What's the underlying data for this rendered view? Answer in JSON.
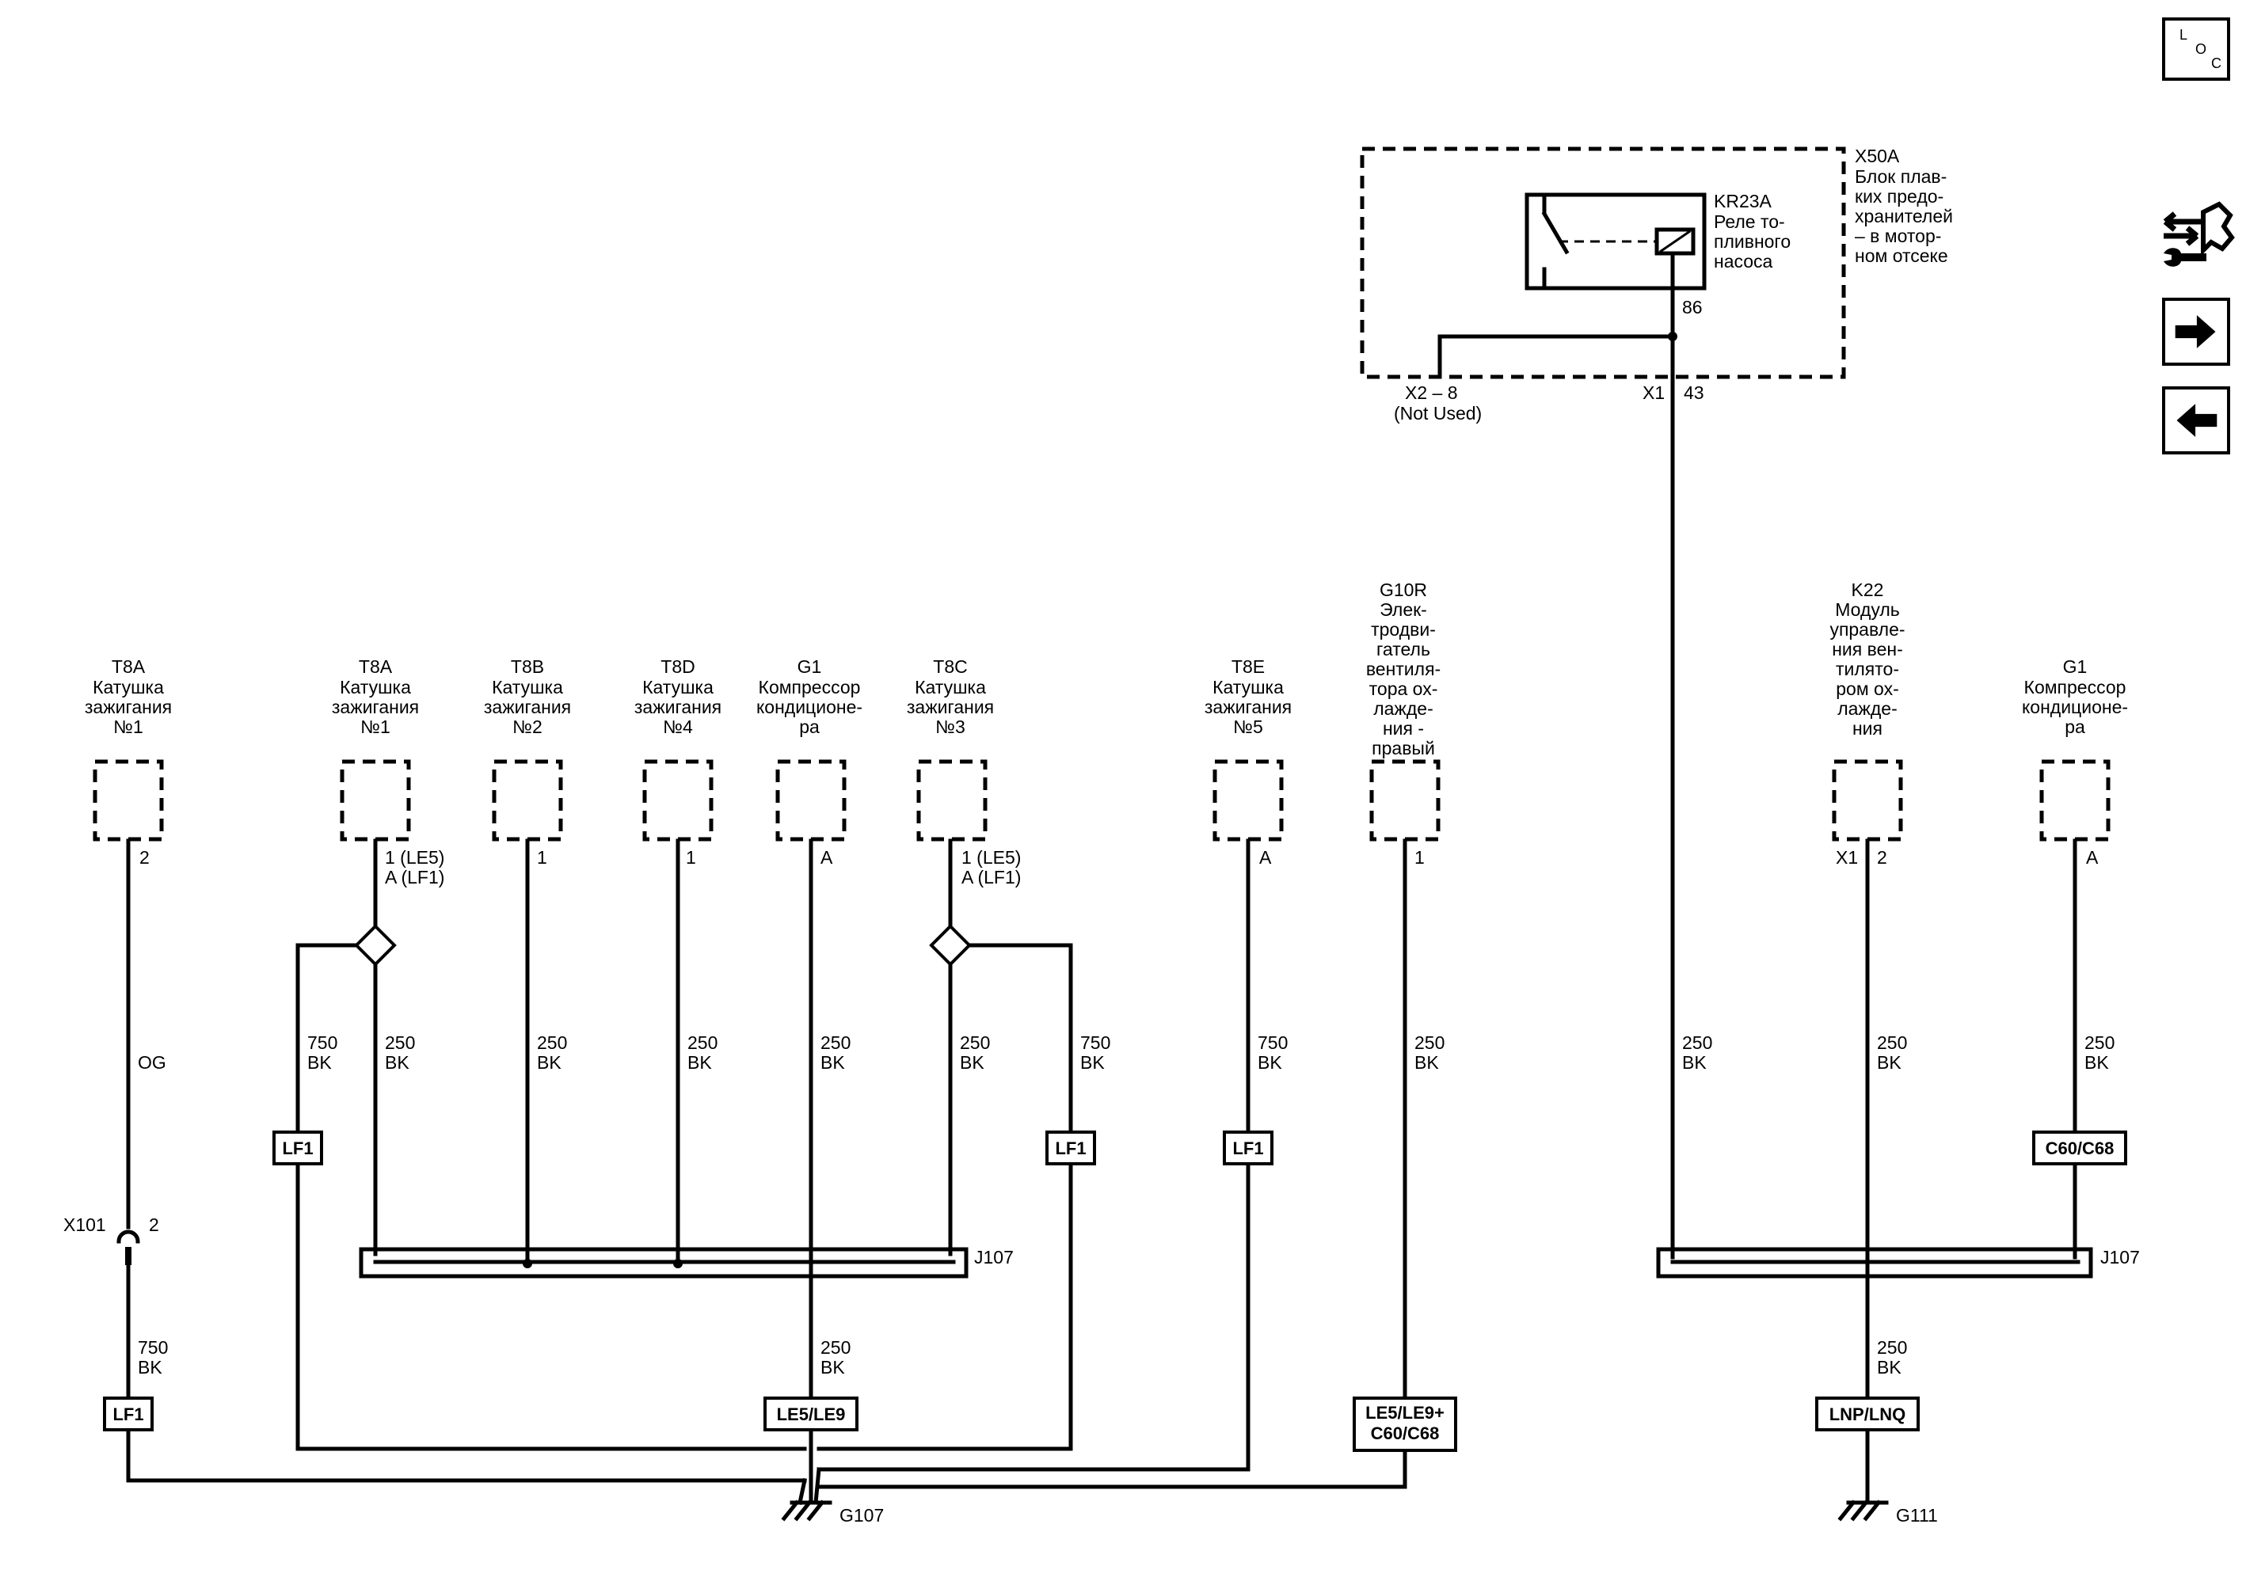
{
  "nav": {
    "loc": {
      "l": "L",
      "o": "O",
      "c": "C"
    },
    "service_icon": "tools-icon",
    "next_icon": "arrow-right-icon",
    "prev_icon": "arrow-left-icon"
  },
  "fuse_block": {
    "id": "X50A",
    "desc": [
      "Блок плав-",
      "ких предо-",
      "хранителей",
      "– в мотор-",
      "ном отсеке"
    ],
    "relay_id": "KR23A",
    "relay_desc": [
      "Реле то-",
      "пливного",
      "насоса"
    ],
    "relay_pin": "86",
    "conn_left": "X2 – 8",
    "conn_left_note": "(Not Used)",
    "conn_right": "X1",
    "conn_right_pin": "43"
  },
  "components": [
    {
      "id": "T8A",
      "desc": [
        "Катушка",
        "зажигания",
        "№1"
      ],
      "pin": [
        "2"
      ]
    },
    {
      "id": "T8A",
      "desc": [
        "Катушка",
        "зажигания",
        "№1"
      ],
      "pin": [
        "1 (LE5)",
        "A (LF1)"
      ]
    },
    {
      "id": "T8B",
      "desc": [
        "Катушка",
        "зажигания",
        "№2"
      ],
      "pin": [
        "1"
      ]
    },
    {
      "id": "T8D",
      "desc": [
        "Катушка",
        "зажигания",
        "№4"
      ],
      "pin": [
        "1"
      ]
    },
    {
      "id": "G1",
      "desc": [
        "Компрессор",
        "кондиционе-",
        "ра"
      ],
      "pin": [
        "A"
      ]
    },
    {
      "id": "T8C",
      "desc": [
        "Катушка",
        "зажигания",
        "№3"
      ],
      "pin": [
        "1 (LE5)",
        "A (LF1)"
      ]
    },
    {
      "id": "T8E",
      "desc": [
        "Катушка",
        "зажигания",
        "№5"
      ],
      "pin": [
        "A"
      ]
    },
    {
      "id": "G10R",
      "desc": [
        "Элек-",
        "тродви-",
        "гатель",
        "вентиля-",
        "тора ох-",
        "лажде-",
        "ния -",
        "правый"
      ],
      "pin": [
        "1"
      ]
    },
    {
      "id": "K22",
      "desc": [
        "Модуль",
        "управле-",
        "ния вен-",
        "тилято-",
        "ром ох-",
        "лажде-",
        "ния"
      ],
      "pin": [
        "X1",
        "2"
      ]
    },
    {
      "id": "G1",
      "desc": [
        "Компрессор",
        "кондиционе-",
        "ра"
      ],
      "pin": [
        "A"
      ]
    }
  ],
  "wires": {
    "og": [
      "OG"
    ],
    "w750": [
      "750",
      "BK"
    ],
    "w250": [
      "250",
      "BK"
    ]
  },
  "options": {
    "lf1": "LF1",
    "le5le9": "LE5/LE9",
    "le5le9c60": [
      "LE5/LE9+",
      "C60/C68"
    ],
    "c60c68": "C60/C68",
    "lnplnq": "LNP/LNQ"
  },
  "connectors": {
    "x101": "X101",
    "x101_pin": "2",
    "j107": "J107"
  },
  "grounds": {
    "g107": "G107",
    "g111": "G111"
  }
}
